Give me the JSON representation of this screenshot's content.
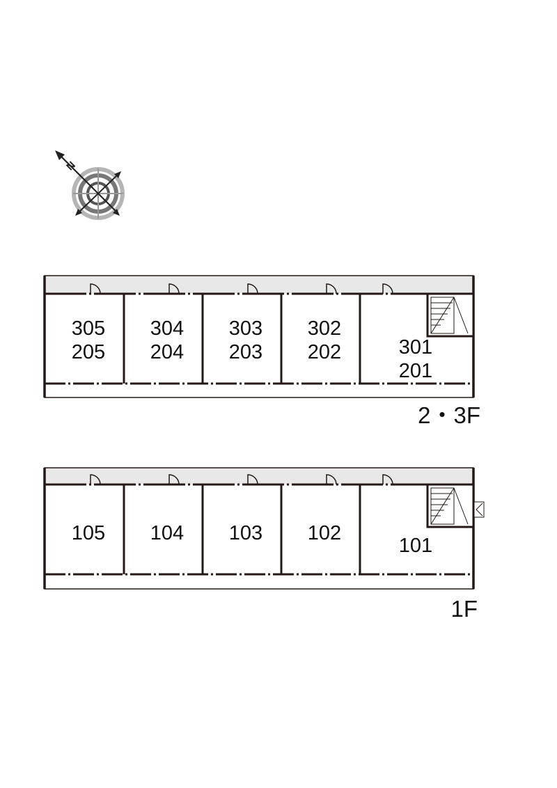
{
  "compass": {
    "north_label": "N",
    "icon": "compass-icon"
  },
  "floors": [
    {
      "label": "2・3F",
      "units": [
        {
          "lines": [
            "305",
            "205"
          ]
        },
        {
          "lines": [
            "304",
            "204"
          ]
        },
        {
          "lines": [
            "303",
            "203"
          ]
        },
        {
          "lines": [
            "302",
            "202"
          ]
        },
        {
          "lines": [
            "301",
            "201"
          ]
        }
      ]
    },
    {
      "label": "1F",
      "units": [
        {
          "lines": [
            "105"
          ]
        },
        {
          "lines": [
            "104"
          ]
        },
        {
          "lines": [
            "103"
          ]
        },
        {
          "lines": [
            "102"
          ]
        },
        {
          "lines": [
            "101"
          ]
        }
      ]
    }
  ],
  "colors": {
    "wall": "#231815",
    "corridor": "#e8e8e8",
    "compass_ring": "#777777",
    "compass_light": "#b5b5b5"
  }
}
